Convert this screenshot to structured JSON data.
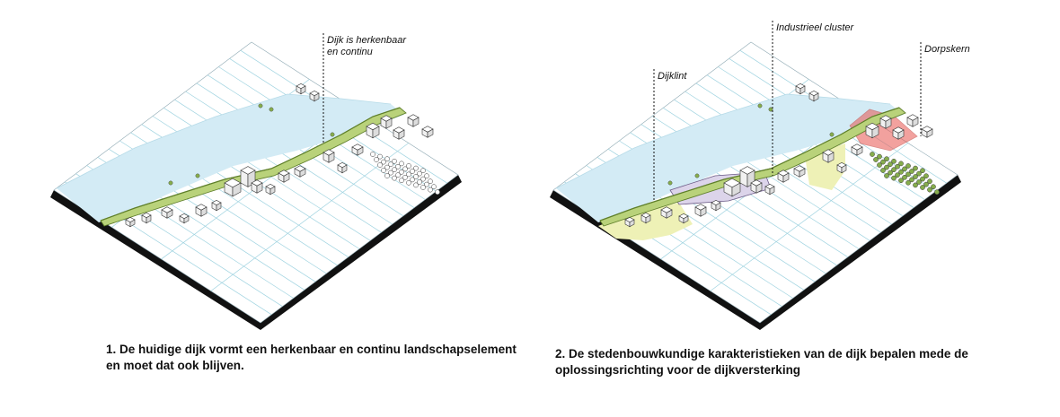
{
  "panels": [
    {
      "id": "panel-1",
      "callouts": [
        {
          "name": "callout-dijk",
          "lines": [
            "Dijk is herkenbaar",
            "en continu"
          ]
        }
      ],
      "caption": "1. De huidige dijk vormt een herkenbaar en continu landschapselement en moet dat ook blijven."
    },
    {
      "id": "panel-2",
      "callouts": [
        {
          "name": "callout-dijklint",
          "lines": [
            "Dijklint"
          ]
        },
        {
          "name": "callout-industrieel-cluster",
          "lines": [
            "Industrieel cluster"
          ]
        },
        {
          "name": "callout-dorpskern",
          "lines": [
            "Dorpskern"
          ]
        }
      ],
      "caption": "2. De stedenbouwkundige karakteristieken van de dijk bepalen mede de oplossingsrichting voor de dijkversterking"
    }
  ],
  "colors": {
    "base": "#111111",
    "land": "#ffffff",
    "parcel_lines": "#9fd3e0",
    "water": "#d3ebf5",
    "dike": "#b9d27a",
    "dike_edge": "#5f7f2a",
    "trees": "#86ad4c",
    "zone_dijklint": "#eef1b6",
    "zone_industrieel": "#dcd4ea",
    "zone_dorpskern": "#e8554f"
  }
}
